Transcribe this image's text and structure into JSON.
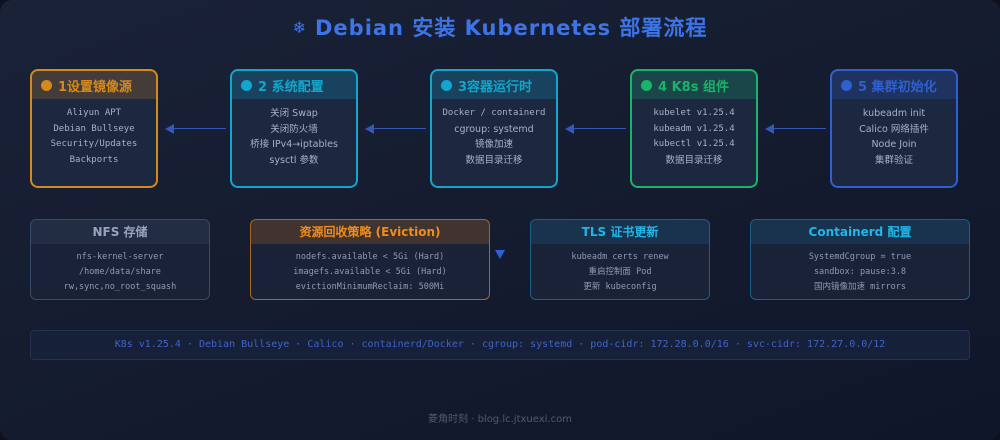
{
  "title": "Debian 安装 Kubernetes 部署流程",
  "title_icon": "snowflake-icon",
  "stages": [
    {
      "label": "1设置镜像源",
      "color": "#d5891c",
      "lines": [
        "Aliyun APT",
        "Debian Bullseye",
        "Security/Updates",
        "Backports"
      ]
    },
    {
      "label": "2 系统配置",
      "color": "#12a6cc",
      "lines": [
        "关闭 Swap",
        "关闭防火墙",
        "桥接 IPv4→iptables",
        "sysctl 参数"
      ]
    },
    {
      "label": "3容器运行时",
      "color": "#12a6cc",
      "lines": [
        "Docker / containerd",
        "cgroup: systemd",
        "镜像加速",
        "数据目录迁移"
      ]
    },
    {
      "label": "4 K8s 组件",
      "color": "#18b46a",
      "lines": [
        "kubelet v1.25.4",
        "kubeadm v1.25.4",
        "kubectl v1.25.4",
        "数据目录迁移"
      ]
    },
    {
      "label": "5 集群初始化",
      "color": "#2f5fd1",
      "lines": [
        "kubeadm init",
        "Calico 网络插件",
        "Node Join",
        "集群验证"
      ]
    }
  ],
  "details": [
    {
      "title": "NFS 存储",
      "border_color": "#3a4a66",
      "title_color": "#98a4bc",
      "lines": [
        "nfs-kernel-server",
        "/home/data/share",
        "rw,sync,no_root_squash"
      ]
    },
    {
      "title": "资源回收策略 (Eviction)",
      "border_color": "#a8651c",
      "title_color": "#f08c1c",
      "lines": [
        "nodefs.available < 5Gi (Hard)",
        "imagefs.available < 5Gi (Hard)",
        "evictionMinimumReclaim: 500Mi"
      ]
    },
    {
      "title": "TLS 证书更新",
      "border_color": "#1a5f84",
      "title_color": "#22b6e8",
      "lines": [
        "kubeadm certs renew",
        "重启控制面 Pod",
        "更新 kubeconfig"
      ]
    },
    {
      "title": "Containerd 配置",
      "border_color": "#1a5f84",
      "title_color": "#22b6e8",
      "lines": [
        "SystemdCgroup = true",
        "sandbox: pause:3.8",
        "国内镜像加速 mirrors"
      ]
    }
  ],
  "footer": "K8s v1.25.4 · Debian Bullseye · Calico · containerd/Docker · cgroup: systemd · pod-cidr: 172.28.0.0/16 · svc-cidr: 172.27.0.0/12",
  "credit": "菱角时刻 · blog.lc.jtxuexi.com"
}
